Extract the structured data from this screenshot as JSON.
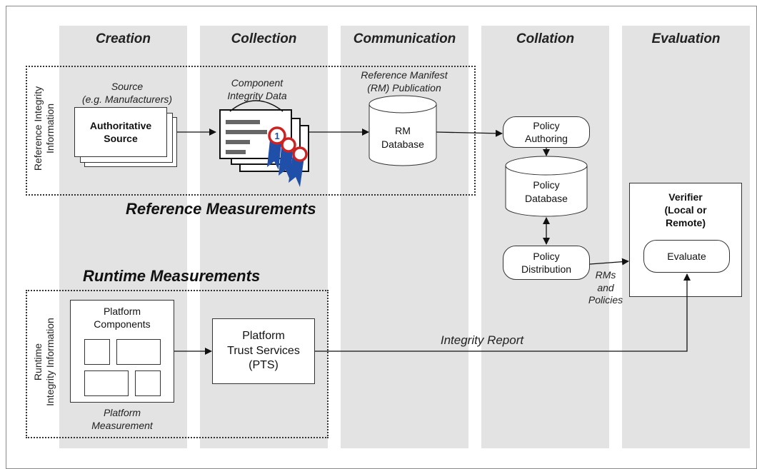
{
  "phases": [
    "Creation",
    "Collection",
    "Communication",
    "Collation",
    "Evaluation"
  ],
  "side_labels": {
    "reference": "Reference Integrity\nInformation",
    "runtime": "Runtime\nIntegrity Information"
  },
  "reference": {
    "source_label": "Source\n(e.g. Manufacturers)",
    "authoritative_source": "Authoritative\nSource",
    "component_label": "Component\nIntegrity Data",
    "badge_number": "1",
    "rm_publication_label": "Reference Manifest\n(RM) Publication",
    "rm_database": "RM\nDatabase",
    "section_title": "Reference Measurements"
  },
  "collation": {
    "policy_authoring": "Policy\nAuthoring",
    "policy_database": "Policy\nDatabase",
    "policy_distribution": "Policy\nDistribution",
    "rms_label": "RMs\nand\nPolicies"
  },
  "evaluation": {
    "verifier_title": "Verifier\n(Local or\nRemote)",
    "evaluate": "Evaluate"
  },
  "runtime": {
    "section_title": "Runtime Measurements",
    "platform_components": "Platform\nComponents",
    "platform_measurement": "Platform\nMeasurement",
    "pts": "Platform\nTrust Services\n(PTS)",
    "integrity_report": "Integrity Report"
  }
}
